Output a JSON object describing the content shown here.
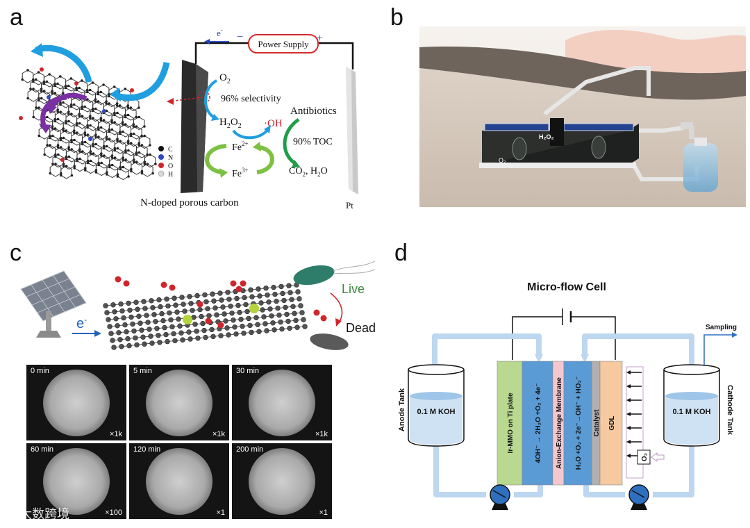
{
  "panels": {
    "a": "a",
    "b": "b",
    "c": "c",
    "d": "d"
  },
  "a": {
    "electron": "e",
    "minus": "−",
    "plus": "+",
    "power_supply": "Power Supply",
    "o2": "O",
    "o2_sub": "2",
    "selectivity": "96% selectivity",
    "h2o2": "H",
    "h2o2_sub1": "2",
    "h2o2_mid": "O",
    "h2o2_sub2": "2",
    "oh": "·OH",
    "antibiotics": "Antibiotics",
    "toc": "90% TOC",
    "fe2": "Fe",
    "fe2_sup": "2+",
    "fe3": "Fe",
    "fe3_sup": "3+",
    "products": "CO",
    "products_sub": "2",
    "products_rest": ", H",
    "products_sub2": "2",
    "products_end": "O",
    "legend": [
      "C",
      "N",
      "O",
      "H"
    ],
    "cathode": "N-doped porous carbon",
    "anode": "Pt"
  },
  "b": {
    "h2o2": "H₂O₂",
    "o2": "O₂"
  },
  "c": {
    "electron": "e",
    "live": "Live",
    "dead": "Dead",
    "micrographs": [
      {
        "time": "0 min",
        "mag": "×1k"
      },
      {
        "time": "5 min",
        "mag": "×1k"
      },
      {
        "time": "30 min",
        "mag": "×1k"
      },
      {
        "time": "60 min",
        "mag": "×100"
      },
      {
        "time": "120 min",
        "mag": "×1"
      },
      {
        "time": "200 min",
        "mag": "×1"
      }
    ]
  },
  "d": {
    "title": "Micro-flow Cell",
    "sampling": "Sampling",
    "anode_tank": "Anode Tank",
    "cathode_tank": "Cathode Tank",
    "anode_solution": "0.1 M KOH",
    "cathode_solution": "0.1 M KOH",
    "layers": [
      {
        "label": "Ir-MMO on Ti plate",
        "color": "#b8d98f"
      },
      {
        "label": "4OH⁻ → 2H₂O +O₂ + 4e⁻",
        "color": "#5b9bd5"
      },
      {
        "label": "Anion-Exchange Membrane",
        "color": "#f4c7cf"
      },
      {
        "label": "H₂O +O₂ + 2e⁻→OH⁻ + HO₂⁻",
        "color": "#5b9bd5"
      },
      {
        "label": "Catalyst",
        "color": "#b0b0b0"
      },
      {
        "label": "GDL",
        "color": "#f6c9a0"
      }
    ],
    "o2": "O₂"
  },
  "watermark": "⦾ 大数跨境"
}
